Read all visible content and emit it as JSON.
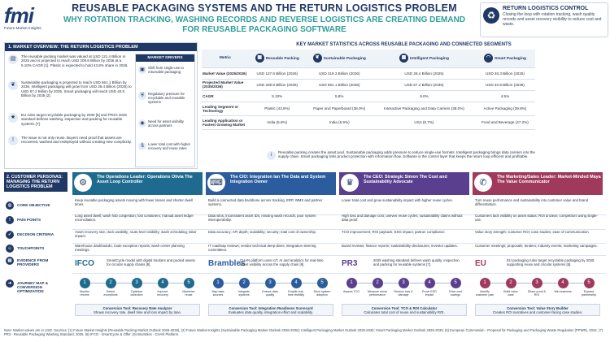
{
  "header": {
    "logo_text": "fmi",
    "logo_sub": "Future Market Insights",
    "title": "REUSABLE PACKAGING SYSTEMS AND THE RETURN LOGISTICS PROBLEM",
    "subtitle": "WHY ROTATION TRACKING, WASHING RECORDS AND REVERSE LOGISTICS ARE CREATING DEMAND FOR REUSABLE PACKAGING SOFTWARE",
    "control_title": "RETURN LOGISTICS CONTROL",
    "control_desc": "Closing the loop with rotation tracking, wash quality records and asset recovery visibility to reduce cost and waste."
  },
  "overview": {
    "heading": "1. MARKET OVERVIEW: THE RETURN LOGISTICS PROBLEM",
    "items": [
      "The reusable packing market was valued at USD 121.4 Billion in 2025 and is projected to reach USD 209.8 Billion by 2036 at a 5.10% CAGR [1]. Plastic is expected to hold 43.8% share in 2026.",
      "Sustainable packaging is projected to reach USD 561.1 Billion by 2036. Intelligent packaging will grow from USD 28.4 Billion (2025) to USD 67.2 Billion by 2035. Smart packaging will reach USD 40.8 Billion by 2035 [2].",
      "EU rules target recyclable packaging by 2030 [5] and PR3's 2025 standard defines washing, inspection and packing for reusable systems [7].",
      "The issue is not only reuse. Buyers need proof that assets are recovered, washed and redeployed without creating new complexity."
    ],
    "drivers_heading": "MARKET DRIVERS",
    "drivers": [
      "Shift from single-use to returnable packaging",
      "Regulatory pressure for recyclable and reusable systems",
      "Need for asset visibility across partners",
      "Lower total cost with higher recovery and reuse rates"
    ]
  },
  "stats": {
    "heading": "KEY MARKET STATISTICS ACROSS REUSABLE PACKAGING AND CONNECTED SEGMENTS",
    "columns": [
      "Metric",
      "Reusable Packing",
      "Sustainable Packaging",
      "Intelligent Packaging",
      "Smart Packaging"
    ],
    "rows": [
      [
        "Market Value (2025/2026)",
        "USD 127.6 Billion (2026)",
        "USD 319.3 Billion (2026)",
        "USD 28.4 Billion (2025)",
        "USD 26.3 Billion (2025)"
      ],
      [
        "Projected Market Value (2035/2036)",
        "USD 209.8 Billion (2036)",
        "USD 561.1 Billion (2036)",
        "USD 67.2 Billion (2035)",
        "USD 40.8 Billion (2035)"
      ],
      [
        "CAGR",
        "5.10%",
        "5.8%",
        "9.0%",
        "4.5%"
      ],
      [
        "Leading Segment or Technology",
        "Plastic (43.8%)",
        "Paper and Paperboard (38.0%)",
        "Interactive Packaging and Data Carriers (38.0%)",
        "Active Packaging (39.8%)"
      ],
      [
        "Leading Application or Fastest Growing Market",
        "India (5.6%)",
        "India (6.9%)",
        "USA (8.7%)",
        "Food and Beverage (47.2%)"
      ]
    ],
    "note": "Reusable packing creates the asset pool. Sustainable packaging adds pressure to reduce single-use formats. Intelligent packaging brings data carriers into the supply chain. Smart packaging links product protection with information flow. Software is the control layer that keeps the return loop efficient and profitable."
  },
  "personas": {
    "heading": "2. CUSTOMER PERSONAS: MANAGING THE RETURN LOGISTICS PROBLEM",
    "row_labels": [
      "CORE OBJECTIVE",
      "PAIN POINTS",
      "DECISION CRITERIA",
      "TOUCHPOINTS",
      "EVIDENCE FROM PROVIDERS",
      "JOURNEY MAP & CONVERSION OPTIMIZATION"
    ],
    "list": [
      {
        "name": "The Operations Leader: Operations Olivia The Asset Loop Controller",
        "color": "#1f6b8f",
        "objective": "Keep reusable packaging assets moving with fewer losses and shorter dwell times.",
        "pain": "Long asset dwell; wash hub congestion; lost containers; manual asset ledger reconciliation.",
        "criteria": "Asset recovery rate; dock usability; route-level visibility; wash scheduling; labor impact.",
        "touch": "Warehouse dashboards; route exception reports; wash center planning meetings.",
        "brand": "IFCO",
        "evidence": "SmartCycle model with digital trackers and pooled assets for circular supply chains [8].",
        "steps": [
          "Monitor returns",
          "Detect exceptions",
          "Optimize collection",
          "Improve recovery",
          "Maximize reuse"
        ],
        "tool_title": "Conversion Tool: Recovery Rate Analyzer",
        "tool_desc": "Shows recovery rate, dwell time and loss impact by lane."
      },
      {
        "name": "The CIO: Integration Ian The Data and System Integration Owner",
        "color": "#2b5c9e",
        "objective": "Build a connected data backbone across tracking, ERP, WMS and partner systems.",
        "pain": "Data silos; inconsistent asset IDs; missing wash records; poor system interoperability.",
        "criteria": "Data accuracy; API depth; scalability; security; total cost of ownership.",
        "touch": "IT roadmap reviews; vendor technical deep-dives; integration steering committees.",
        "brand": "Brambles",
        "evidence": "CHAN platform uses IoT, AI and analytics for real-time asset visibility across the supply chain [9].",
        "steps": [
          "Map data sources",
          "Integrate systems",
          "Ensure data quality",
          "Enable real-time visibility",
          "Drive system adoption"
        ],
        "tool_title": "Conversion Tool: Integration Readiness Scorecard",
        "tool_desc": "Evaluates data quality, integration effort and scalability."
      },
      {
        "name": "The CEO: Strategic Simon The Cost and Sustainability Advocate",
        "color": "#5b3f8f",
        "objective": "Lower total cost and grow sustainability impact with higher reuse cycles.",
        "pain": "High loss and damage cost; uneven reuse cycles; sustainability claims without data proof.",
        "criteria": "TCO improvement; ROI payback; ESG impact; partner compliance.",
        "touch": "Board reviews; finance reports; sustainability disclosures; investor updates.",
        "brand": "PR3",
        "evidence": "2025 washing standard defines wash quality, inspection and packing for reusable systems [7].",
        "steps": [
          "Assess TCO",
          "Measure reuse performance",
          "Reduce loss & damage",
          "Prove ESG impact",
          "Drive cost savings"
        ],
        "tool_title": "Conversion Tool: TCO & ROI Calculator",
        "tool_desc": "Calculates total cost of reuse and sustainability ROI."
      },
      {
        "name": "The Marketing/Sales Leader: Market-Minded Maya The Value Communicator",
        "color": "#a03a5c",
        "objective": "Turn reuse performance and sustainability into customer value and brand differentiation.",
        "pain": "Customers lack visibility on asset status; ROI unclear; competitors using single-use.",
        "criteria": "Value story strength; customer ROI; case studies; ease of communication.",
        "touch": "Customer meetings; proposals; tenders; industry events; marketing campaigns.",
        "brand": "EU",
        "evidence": "EU packaging rules target recyclable packaging by 2030, supporting reuse and circular systems [5].",
        "steps": [
          "Identify customer pain",
          "Build value case",
          "Share proof & ROI",
          "Win business",
          "Expand partnership"
        ],
        "tool_title": "Conversion Tool: Value Story Builder",
        "tool_desc": "Creates ROI narratives and customer-facing case studies."
      }
    ]
  },
  "footnote": "Note: Market values are in USD. Sources: (1) Future Market Insights (Reusable Packing Market Outlook 2026-2036), (2) Future Market Insights (Sustainable Packaging Market Outlook 2026-2036); Intelligent Packaging Market Outlook 2025-2035; Smart Packaging Market Outlook 2025-2035; (5) European Commission - Proposal for Packaging and Packaging Waste Regulation (PPWR), 2022. (7) PR3 - Reusable Packaging Washing Standard, 2025. (8) IFCO - SmartCycle & Offer. (9) Brambles - CHAN Platform."
}
